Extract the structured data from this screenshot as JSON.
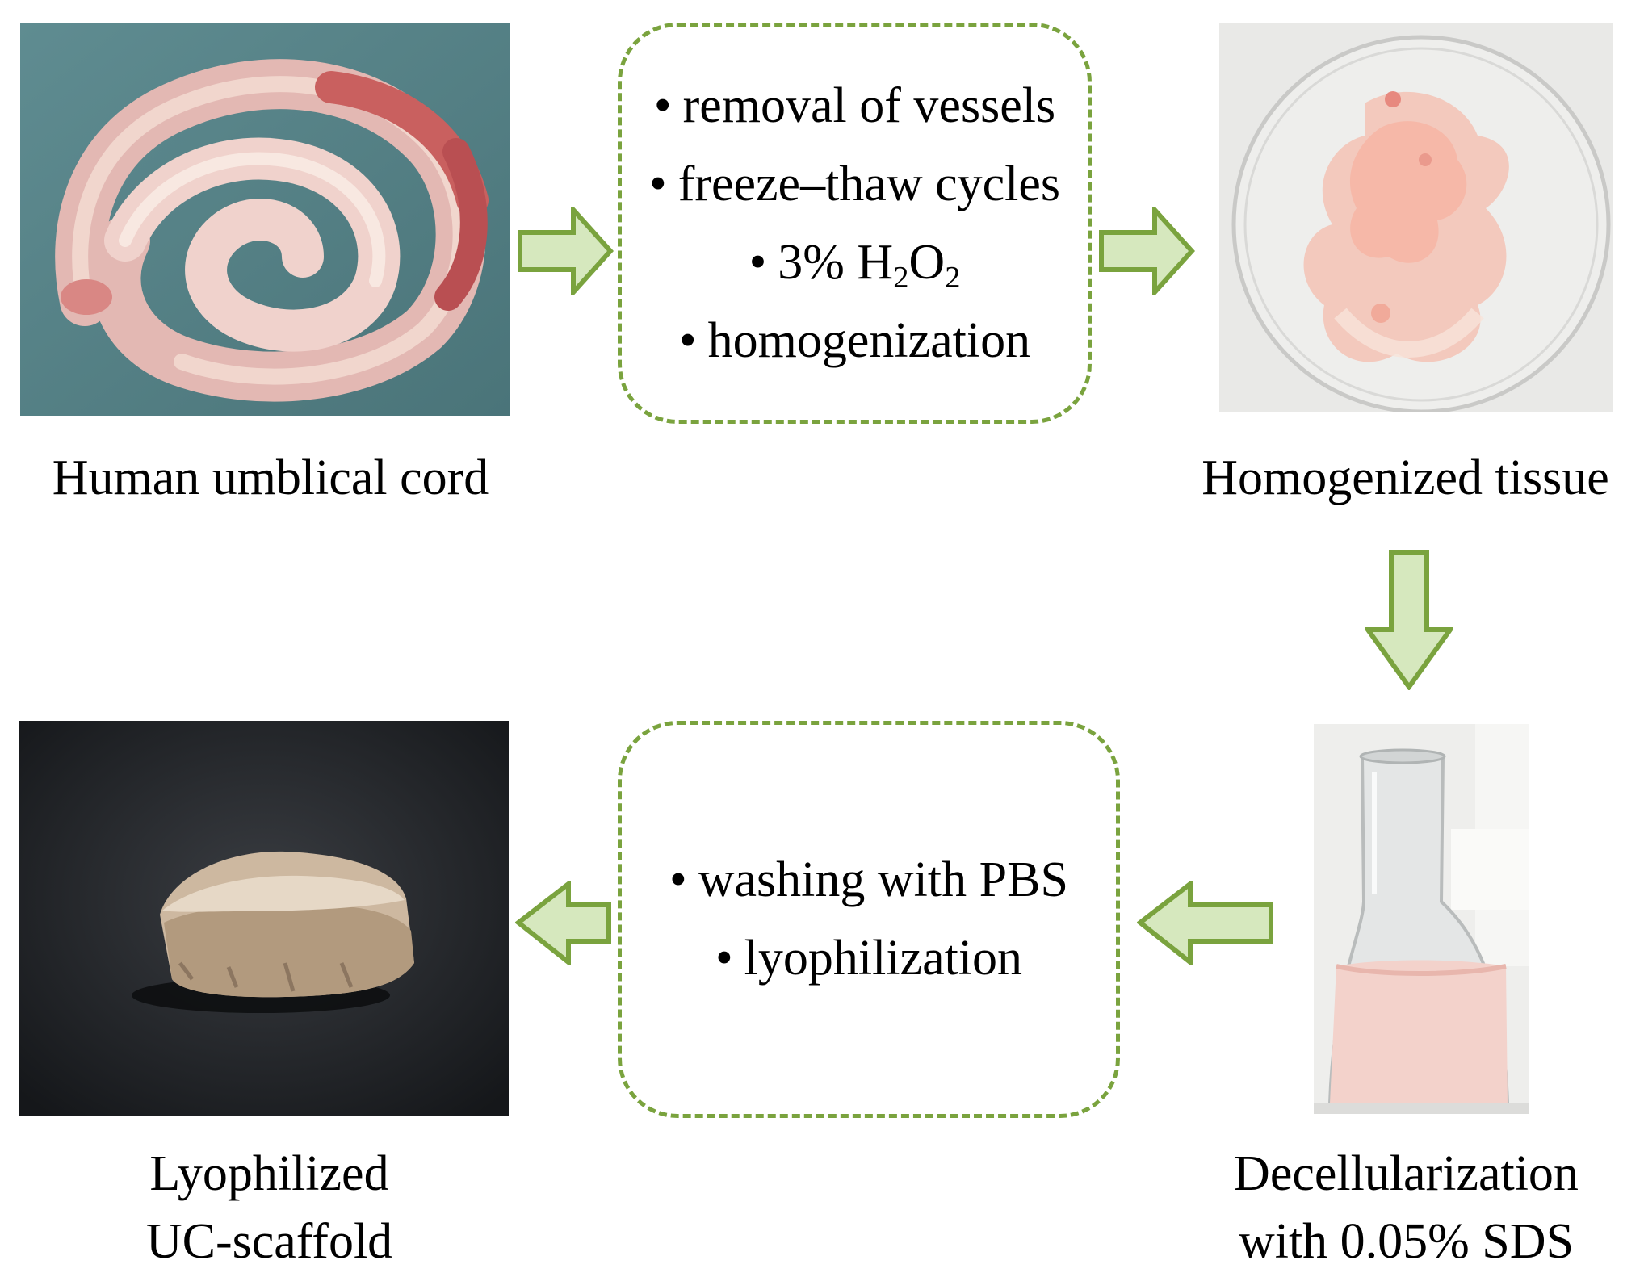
{
  "colors": {
    "arrow_fill": "#d6e8be",
    "arrow_stroke": "#7aa33e",
    "box_border": "#7aa33e"
  },
  "panels": {
    "umbilical_cord": {
      "caption": "Human umblical cord"
    },
    "homogenized": {
      "caption": "Homogenized tissue"
    },
    "decellularization": {
      "caption_line1": "Decellularization",
      "caption_line2": "with 0.05% SDS"
    },
    "scaffold": {
      "caption_line1": "Lyophilized",
      "caption_line2": "UC-scaffold"
    }
  },
  "step_box_1": {
    "items": [
      "removal of vessels",
      "freeze–thaw cycles",
      "3% H",
      "2",
      "O",
      "2",
      "homogenization"
    ]
  },
  "step_box_2": {
    "items": [
      "washing with PBS",
      "lyophilization"
    ]
  },
  "bullet": "•",
  "arrows": [
    "right",
    "right",
    "down",
    "left",
    "left"
  ]
}
